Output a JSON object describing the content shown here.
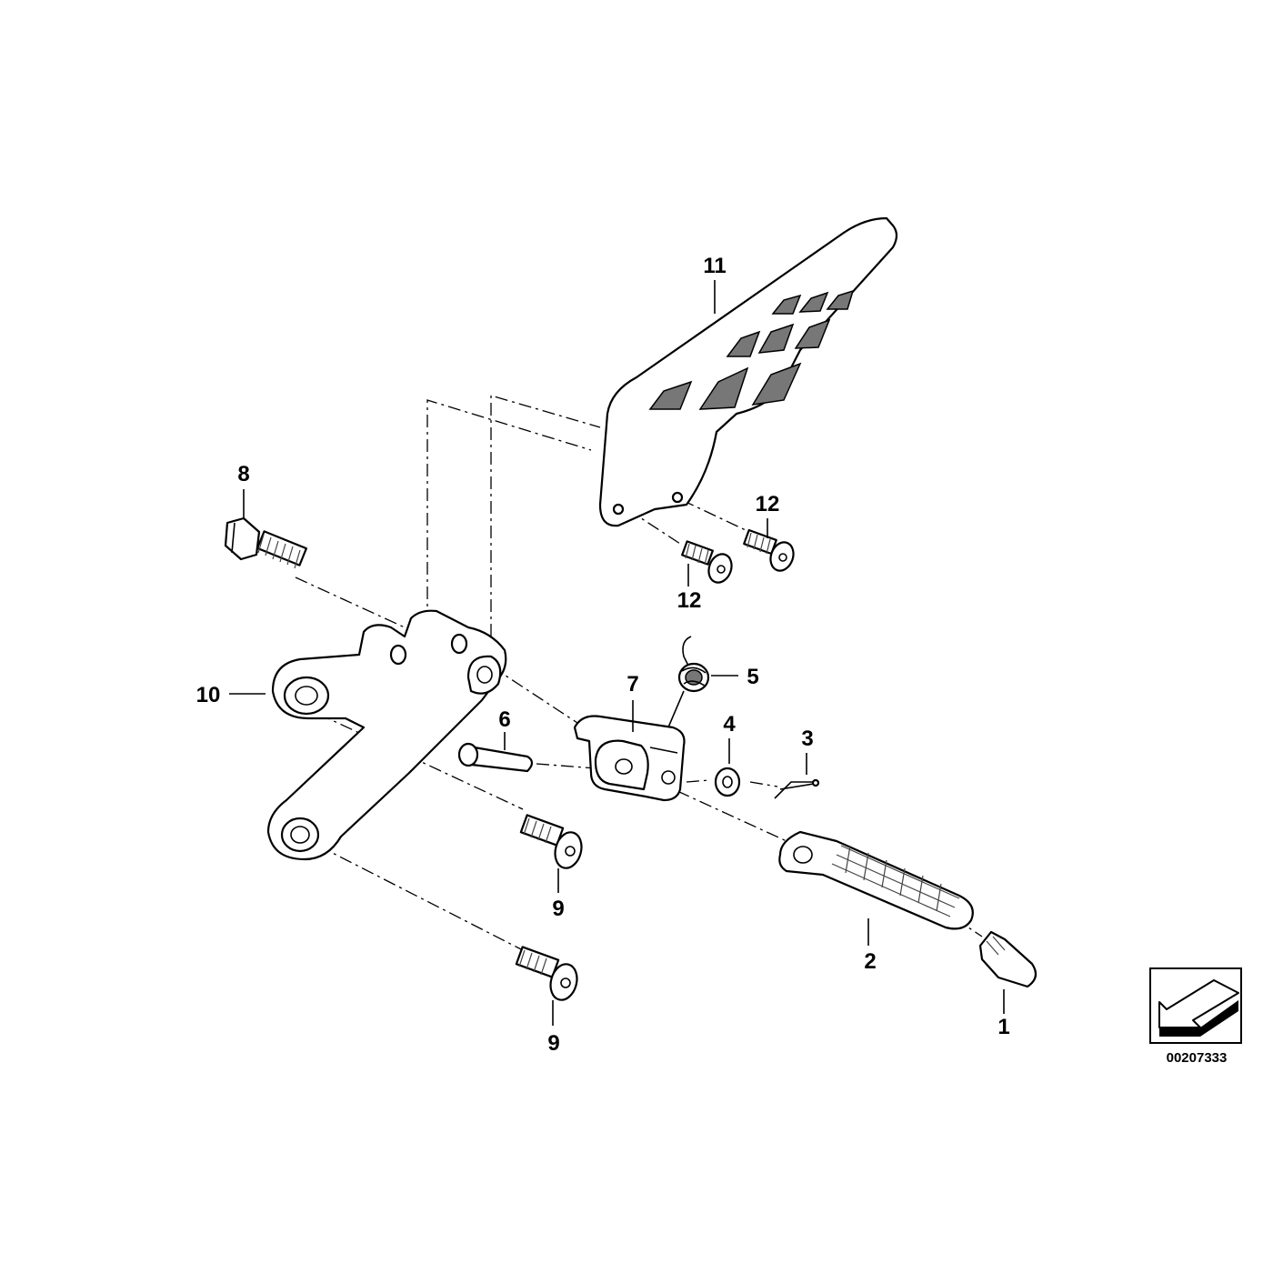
{
  "diagram": {
    "document_number": "00207333",
    "callouts": [
      {
        "id": "c1",
        "label": "1"
      },
      {
        "id": "c2",
        "label": "2"
      },
      {
        "id": "c3",
        "label": "3"
      },
      {
        "id": "c4",
        "label": "4"
      },
      {
        "id": "c5",
        "label": "5"
      },
      {
        "id": "c6",
        "label": "6"
      },
      {
        "id": "c7",
        "label": "7"
      },
      {
        "id": "c8",
        "label": "8"
      },
      {
        "id": "c9a",
        "label": "9"
      },
      {
        "id": "c9b",
        "label": "9"
      },
      {
        "id": "c10",
        "label": "10"
      },
      {
        "id": "c11",
        "label": "11"
      },
      {
        "id": "c12a",
        "label": "12"
      },
      {
        "id": "c12b",
        "label": "12"
      }
    ],
    "parts": [
      {
        "callout": "1",
        "icon": "footpeg-end-bolt-icon"
      },
      {
        "callout": "2",
        "icon": "footpeg-icon"
      },
      {
        "callout": "3",
        "icon": "cotter-pin-icon"
      },
      {
        "callout": "4",
        "icon": "washer-icon"
      },
      {
        "callout": "5",
        "icon": "spring-icon"
      },
      {
        "callout": "6",
        "icon": "pin-icon"
      },
      {
        "callout": "7",
        "icon": "footpeg-mount-icon"
      },
      {
        "callout": "8",
        "icon": "hex-bolt-icon"
      },
      {
        "callout": "9",
        "icon": "socket-screw-icon"
      },
      {
        "callout": "10",
        "icon": "bracket-icon"
      },
      {
        "callout": "11",
        "icon": "heel-guard-icon"
      },
      {
        "callout": "12",
        "icon": "socket-screw-icon"
      }
    ]
  }
}
